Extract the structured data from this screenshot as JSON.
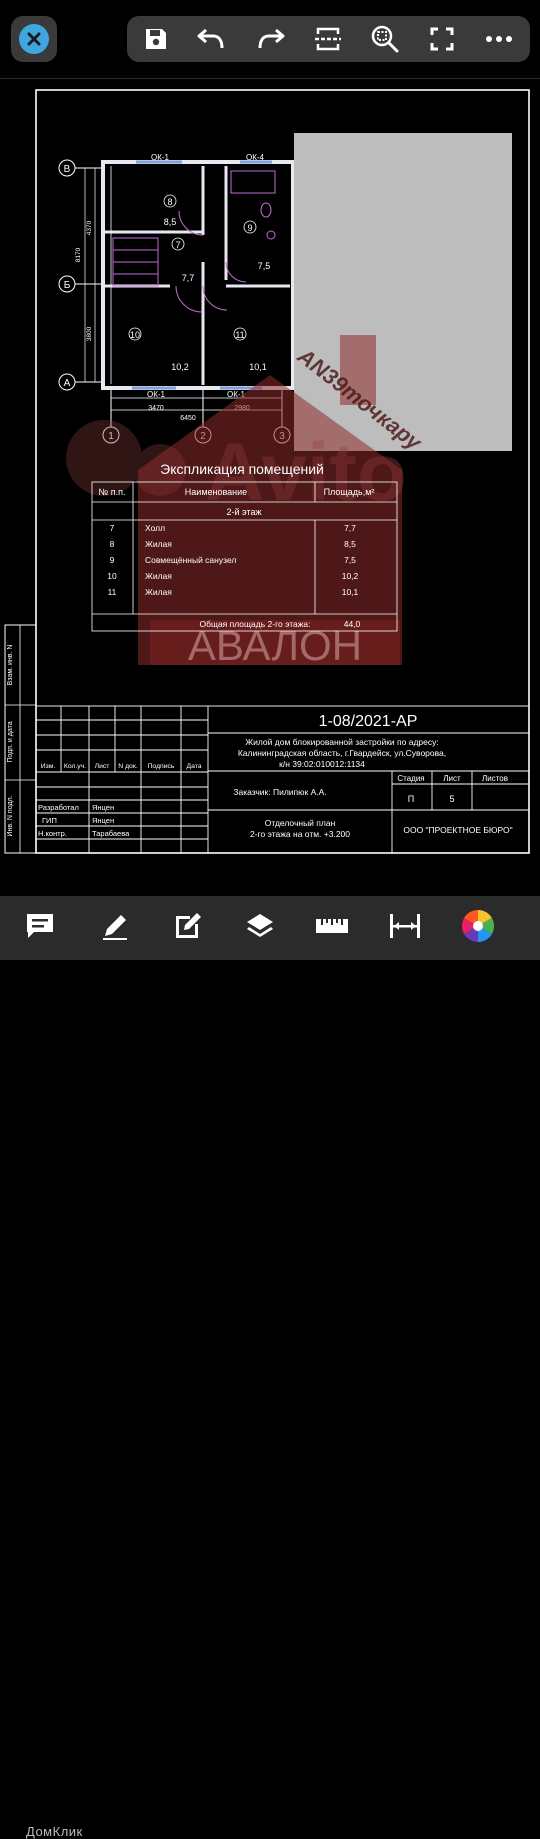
{
  "toolbar": {
    "close_label": "close",
    "icons": [
      "save-icon",
      "undo-icon",
      "redo-icon",
      "crop-icon",
      "zoom-icon",
      "fullscreen-icon",
      "more-icon"
    ]
  },
  "drawing": {
    "axes_rows": [
      "В",
      "Б",
      "А"
    ],
    "axes_cols": [
      "1",
      "2",
      "3"
    ],
    "window_labels": [
      "ОК-1",
      "ОК-4",
      "ОК-1",
      "ОК-1"
    ],
    "dims_left": [
      "8170",
      "4370",
      "3800"
    ],
    "dims_bottom": [
      "3470",
      "2980",
      "6450"
    ],
    "rooms": [
      {
        "num": "8",
        "area": "8,5"
      },
      {
        "num": "7",
        "area": "7,7"
      },
      {
        "num": "9",
        "area": "7,5"
      },
      {
        "num": "10",
        "area": "10,2"
      },
      {
        "num": "11",
        "area": "10,1"
      }
    ]
  },
  "explication": {
    "title": "Экспликация помещений",
    "headers": [
      "№ п.п.",
      "Наименование",
      "Площадь,м²"
    ],
    "floor": "2-й этаж",
    "rows": [
      {
        "n": "7",
        "name": "Холл",
        "area": "7,7"
      },
      {
        "n": "8",
        "name": "Жилая",
        "area": "8,5"
      },
      {
        "n": "9",
        "name": "Совмещённый санузел",
        "area": "7,5"
      },
      {
        "n": "10",
        "name": "Жилая",
        "area": "10,2"
      },
      {
        "n": "11",
        "name": "Жилая",
        "area": "10,1"
      }
    ],
    "total_label": "Общая площадь 2-го этажа:",
    "total_value": "44,0"
  },
  "watermarks": {
    "stamp": "AN39точкару",
    "logo": "Avito",
    "avalon": "АВАЛОН"
  },
  "titleblock": {
    "code": "1-08/2021-АР",
    "description": "Жилой дом блокированной застройки по адресу:",
    "address": "Калининградская область, г.Гвардейск, ул.Суворова,",
    "cadastre": "к/н 39:02:010012:1134",
    "customer": "Заказчик: Пилипюк А.А.",
    "sheet_title_1": "Отделочный план",
    "sheet_title_2": "2-го этажа на отм. +3.200",
    "company": "ООО \"ПРОЕКТНОЕ БЮРО\"",
    "col_headers": [
      "Изм.",
      "Кол.уч.",
      "Лист",
      "N док.",
      "Подпись",
      "Дата"
    ],
    "stage_headers": [
      "Стадия",
      "Лист",
      "Листов"
    ],
    "stage_values": [
      "П",
      "5",
      ""
    ],
    "roles": [
      {
        "role": "Разработал",
        "name": "Янцен"
      },
      {
        "role": "ГИП",
        "name": "Янцен"
      },
      {
        "role": "Н.контр.",
        "name": "Тарабаева"
      }
    ],
    "side_labels": [
      "Взам. инв. N",
      "Подп. и дата",
      "Инв. N подл."
    ]
  },
  "bottombar": {
    "icons": [
      "comment-icon",
      "pen-icon",
      "edit-note-icon",
      "layers-icon",
      "ruler-icon",
      "measure-distance-icon",
      "color-wheel-icon"
    ],
    "watermark": "ДомКлик"
  }
}
